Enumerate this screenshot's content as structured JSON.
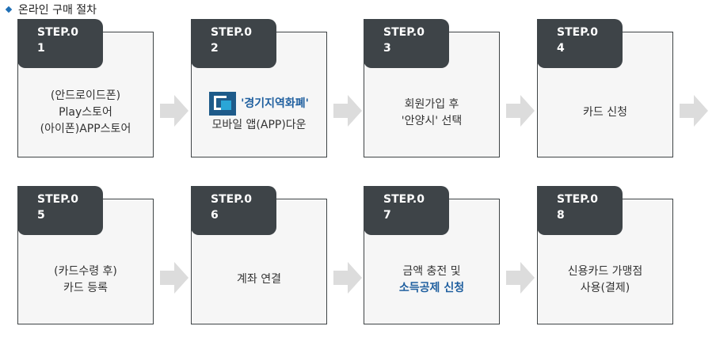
{
  "heading": "온라인 구매 절차",
  "steps": [
    {
      "label": "STEP.0",
      "num": "1",
      "lines": [
        "(안드로이드폰)",
        "Play스토어",
        "(아이폰)APP스토어"
      ]
    },
    {
      "label": "STEP.0",
      "num": "2",
      "app_name": "'경기지역화폐'",
      "lines": [
        "모바일 앱(APP)다운"
      ]
    },
    {
      "label": "STEP.0",
      "num": "3",
      "lines": [
        "회원가입 후",
        "'안양시' 선택"
      ]
    },
    {
      "label": "STEP.0",
      "num": "4",
      "lines": [
        "카드 신청"
      ]
    },
    {
      "label": "STEP.0",
      "num": "5",
      "lines": [
        "(카드수령 후)",
        "카드 등록"
      ]
    },
    {
      "label": "STEP.0",
      "num": "6",
      "lines": [
        "계좌 연결"
      ]
    },
    {
      "label": "STEP.0",
      "num": "7",
      "lines": [
        "금액 충전 및"
      ],
      "highlight": "소득공제 신청"
    },
    {
      "label": "STEP.0",
      "num": "8",
      "lines": [
        "신용카드 가맹점",
        "사용(결제)"
      ]
    }
  ],
  "colors": {
    "tab_bg": "#3e4448",
    "arrow": "#dcdcdc",
    "accent": "#1f5f9f"
  }
}
